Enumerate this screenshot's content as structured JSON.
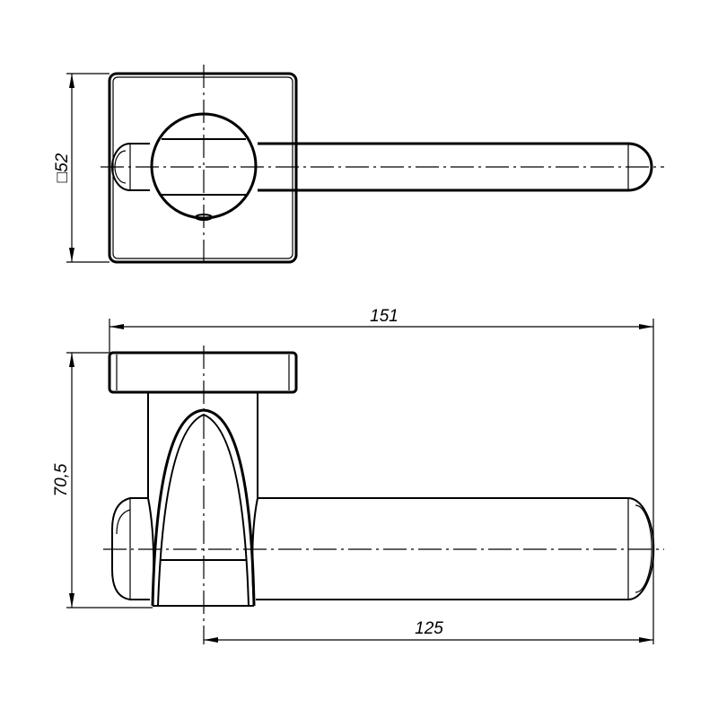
{
  "drawing": {
    "dimensions": {
      "rosette_square": "□52",
      "total_length": "151",
      "height": "70,5",
      "lever_length": "125"
    },
    "line_color": "#000000",
    "background": "#ffffff"
  }
}
